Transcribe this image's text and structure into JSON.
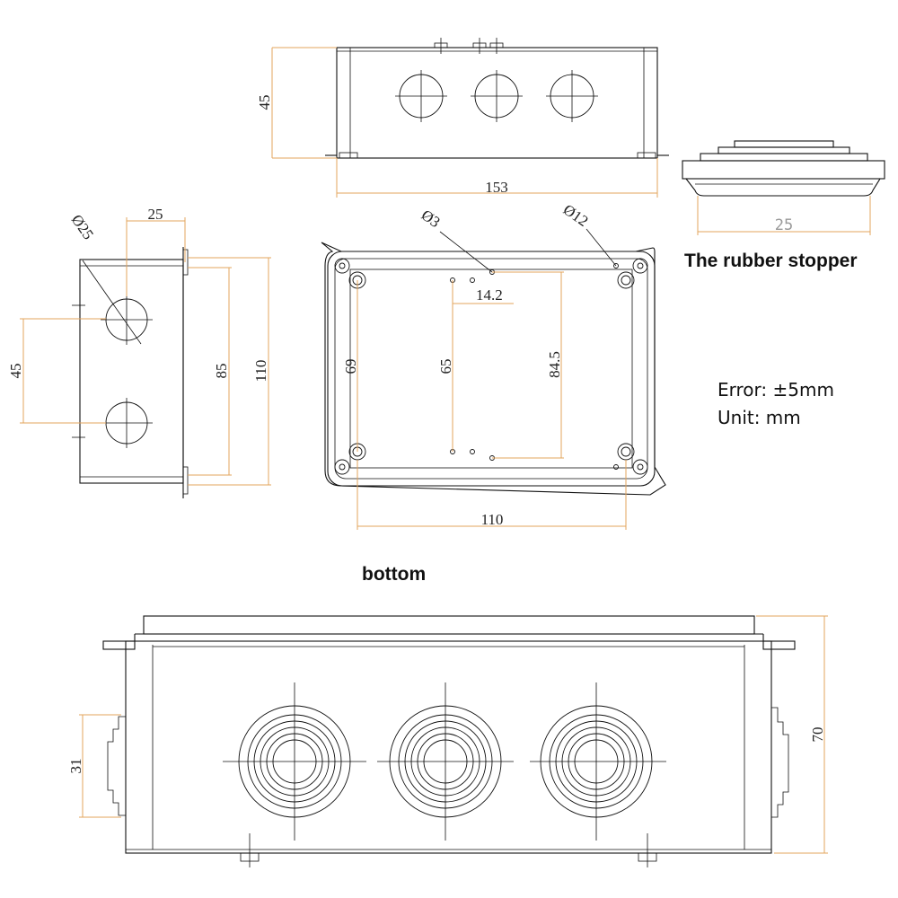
{
  "dimensions": {
    "top_height": "45",
    "top_width": "153",
    "side_d25": "Ø25",
    "side_25": "25",
    "side_45": "45",
    "side_85": "85",
    "side_110": "110",
    "bottom_d3": "Ø3",
    "bottom_d12": "Ø12",
    "bottom_14_2": "14.2",
    "bottom_69": "69",
    "bottom_65": "65",
    "bottom_84_5": "84.5",
    "bottom_110": "110",
    "stopper_25": "25",
    "front_31": "31",
    "front_70": "70"
  },
  "labels": {
    "rubber_stopper": "The rubber stopper",
    "bottom": "bottom",
    "error": "Error: ±5mm",
    "unit": "Unit: mm"
  },
  "colors": {
    "dimension_line": "#e3a55c",
    "outline": "#111111"
  }
}
